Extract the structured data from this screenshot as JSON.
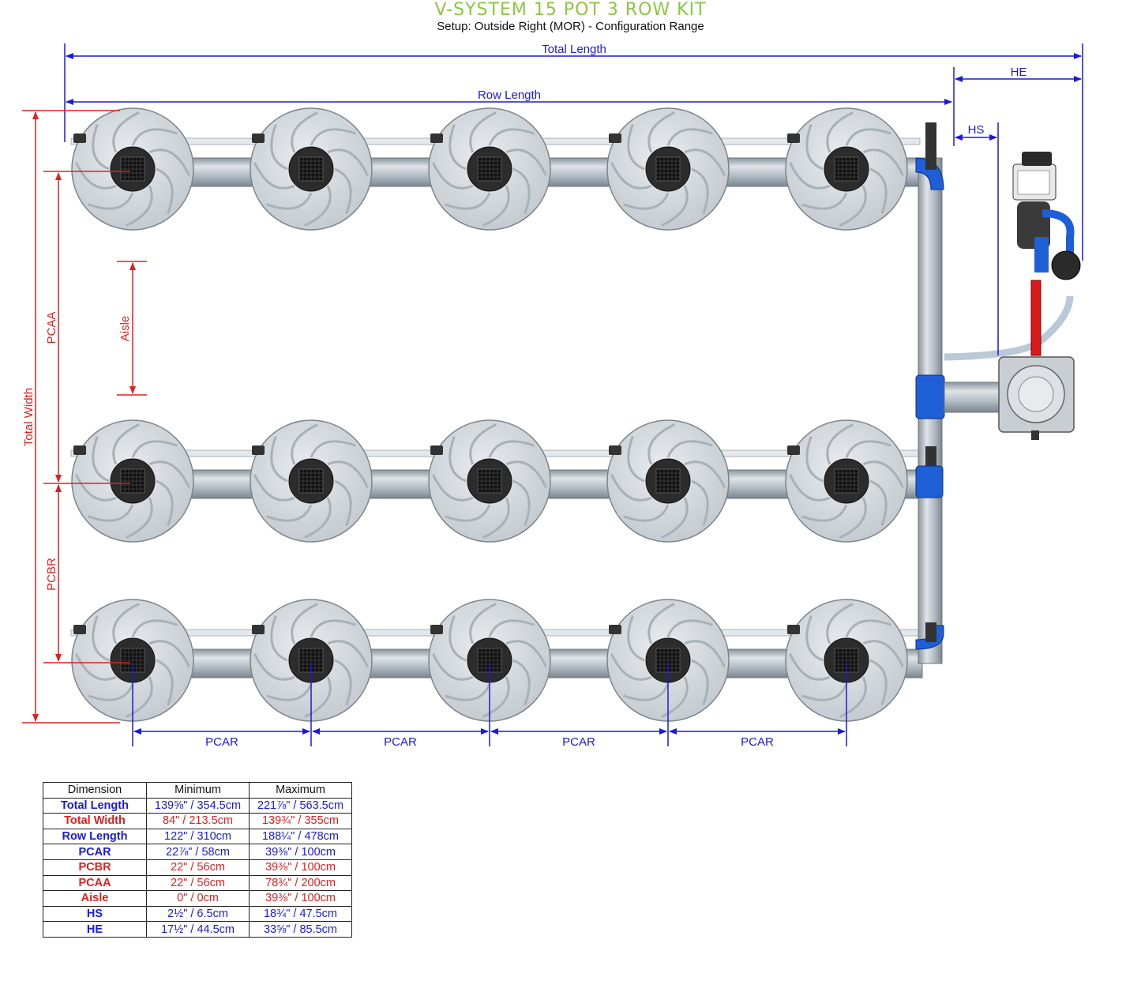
{
  "header": {
    "title": "V-SYSTEM 15 POT 3 ROW KIT",
    "subtitle": "Setup: Outside Right (MOR) - Configuration Range"
  },
  "colors": {
    "title": "#8cc63f",
    "blue_dimension": "#1a1adb",
    "red_dimension": "#e02020"
  },
  "labels": {
    "total_length": "Total Length",
    "row_length": "Row Length",
    "he": "HE",
    "hs": "HS",
    "total_width": "Total Width",
    "pcaa": "PCAA",
    "pcbr": "PCBR",
    "aisle": "Aisle",
    "pcar": "PCAR"
  },
  "layout_info": {
    "pots_per_row": 5,
    "rows": 3
  },
  "table": {
    "headers": [
      "Dimension",
      "Minimum",
      "Maximum"
    ],
    "rows": [
      {
        "name": "Total Length",
        "min": "139⅝\" / 354.5cm",
        "max": "221⅞\" / 563.5cm",
        "color": "blue"
      },
      {
        "name": "Total Width",
        "min": "84\" / 213.5cm",
        "max": "139¾\" / 355cm",
        "color": "red"
      },
      {
        "name": "Row Length",
        "min": "122\" / 310cm",
        "max": "188¼\" / 478cm",
        "color": "blue"
      },
      {
        "name": "PCAR",
        "min": "22⅞\" / 58cm",
        "max": "39⅜\" / 100cm",
        "color": "blue"
      },
      {
        "name": "PCBR",
        "min": "22\" / 56cm",
        "max": "39⅜\" / 100cm",
        "color": "red"
      },
      {
        "name": "PCAA",
        "min": "22\" / 56cm",
        "max": "78¾\" / 200cm",
        "color": "red"
      },
      {
        "name": "Aisle",
        "min": "0\" / 0cm",
        "max": "39⅜\" / 100cm",
        "color": "red"
      },
      {
        "name": "HS",
        "min": "2½\" / 6.5cm",
        "max": "18¾\" / 47.5cm",
        "color": "blue"
      },
      {
        "name": "HE",
        "min": "17½\" / 44.5cm",
        "max": "33⅝\" / 85.5cm",
        "color": "blue"
      }
    ]
  }
}
